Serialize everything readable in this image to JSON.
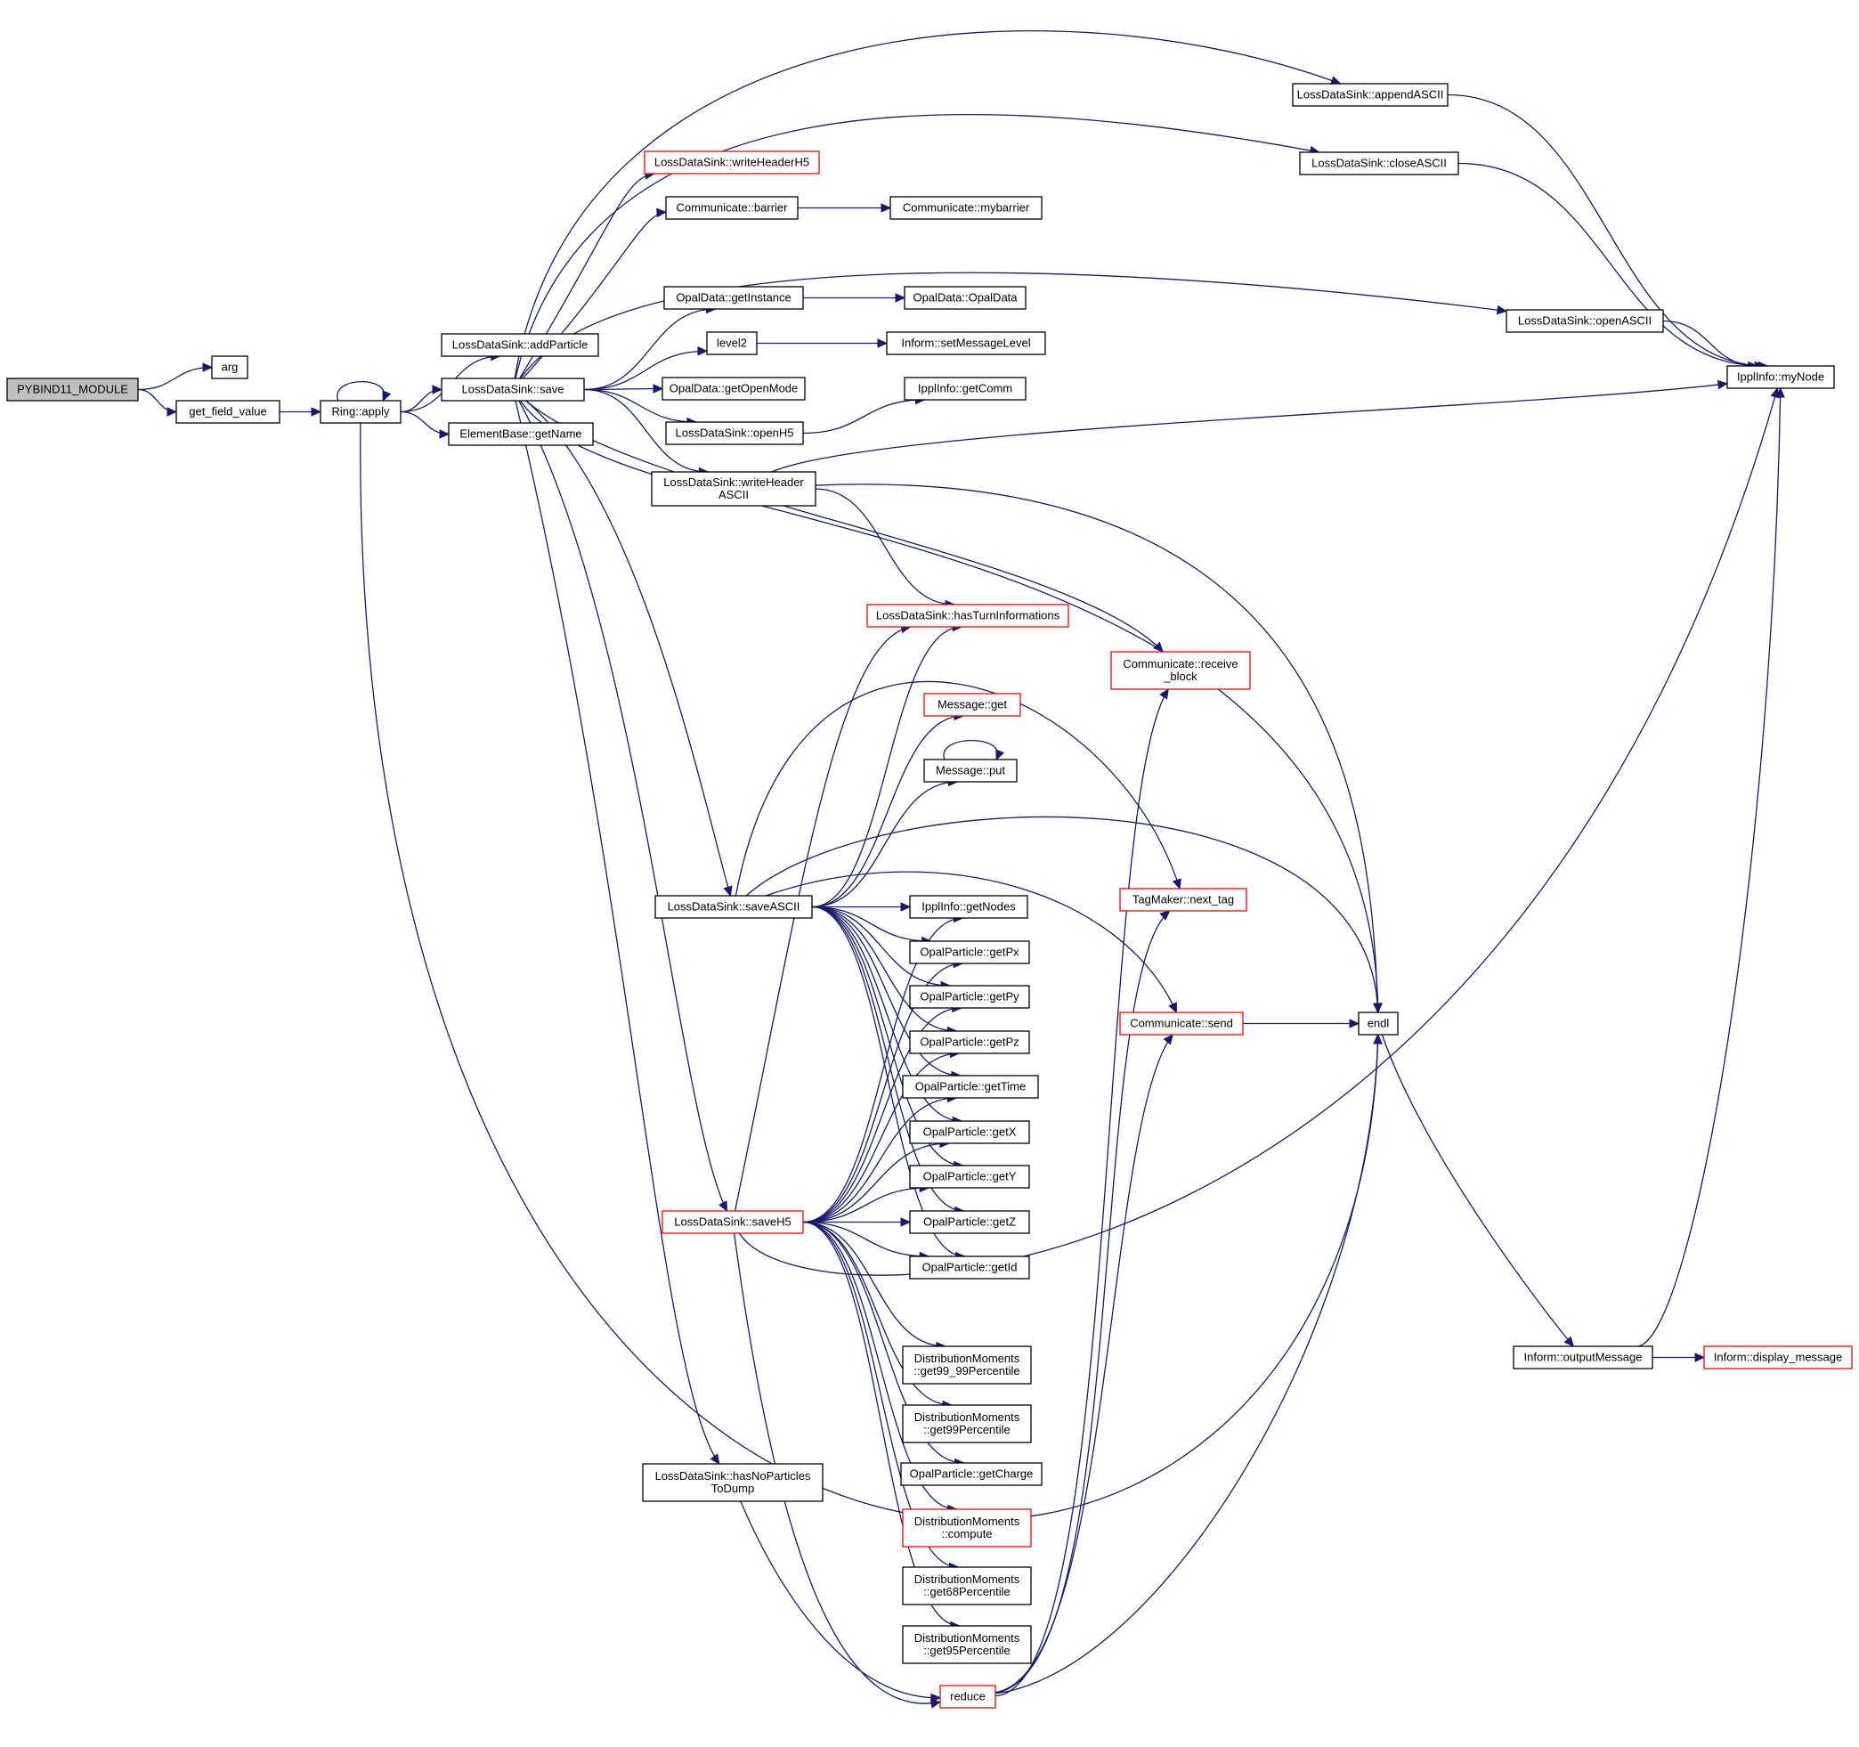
{
  "colors": {
    "edge": "#191970",
    "border_normal": "#000000",
    "border_truncated": "#ff0000",
    "fill_normal": "#ffffff",
    "fill_root": "#bfbfbf"
  },
  "nodes": [
    {
      "id": "pybind11_module",
      "lines": [
        "PYBIND11_MODULE"
      ],
      "style": "root"
    },
    {
      "id": "arg",
      "lines": [
        "arg"
      ],
      "style": "normal"
    },
    {
      "id": "get_field_value",
      "lines": [
        "get_field_value"
      ],
      "style": "normal"
    },
    {
      "id": "ring_apply",
      "lines": [
        "Ring::apply"
      ],
      "style": "normal"
    },
    {
      "id": "lds_addparticle",
      "lines": [
        "LossDataSink::addParticle"
      ],
      "style": "normal"
    },
    {
      "id": "lds_save",
      "lines": [
        "LossDataSink::save"
      ],
      "style": "normal"
    },
    {
      "id": "elementbase_getname",
      "lines": [
        "ElementBase::getName"
      ],
      "style": "normal"
    },
    {
      "id": "lds_writeheaderh5",
      "lines": [
        "LossDataSink::writeHeaderH5"
      ],
      "style": "truncated"
    },
    {
      "id": "communicate_barrier",
      "lines": [
        "Communicate::barrier"
      ],
      "style": "normal"
    },
    {
      "id": "communicate_mybarrier",
      "lines": [
        "Communicate::mybarrier"
      ],
      "style": "normal"
    },
    {
      "id": "opaldata_getinstance",
      "lines": [
        "OpalData::getInstance"
      ],
      "style": "normal"
    },
    {
      "id": "opaldata_opaldata",
      "lines": [
        "OpalData::OpalData"
      ],
      "style": "normal"
    },
    {
      "id": "level2",
      "lines": [
        "level2"
      ],
      "style": "normal"
    },
    {
      "id": "inform_setmessagelevel",
      "lines": [
        "Inform::setMessageLevel"
      ],
      "style": "normal"
    },
    {
      "id": "opaldata_getopenmode",
      "lines": [
        "OpalData::getOpenMode"
      ],
      "style": "normal"
    },
    {
      "id": "lds_openh5",
      "lines": [
        "LossDataSink::openH5"
      ],
      "style": "normal"
    },
    {
      "id": "ipplinfo_getcomm",
      "lines": [
        "IpplInfo::getComm"
      ],
      "style": "normal"
    },
    {
      "id": "lds_writeheaderascii",
      "lines": [
        "LossDataSink::writeHeader",
        "ASCII"
      ],
      "style": "normal"
    },
    {
      "id": "lds_appendascii",
      "lines": [
        "LossDataSink::appendASCII"
      ],
      "style": "normal"
    },
    {
      "id": "lds_closeascii",
      "lines": [
        "LossDataSink::closeASCII"
      ],
      "style": "normal"
    },
    {
      "id": "lds_openascii",
      "lines": [
        "LossDataSink::openASCII"
      ],
      "style": "normal"
    },
    {
      "id": "ipplinfo_mynode",
      "lines": [
        "IpplInfo::myNode"
      ],
      "style": "normal"
    },
    {
      "id": "lds_hasturninformations",
      "lines": [
        "LossDataSink::hasTurnInformations"
      ],
      "style": "truncated"
    },
    {
      "id": "communicate_receive_block",
      "lines": [
        "Communicate::receive",
        "_block"
      ],
      "style": "truncated"
    },
    {
      "id": "message_get",
      "lines": [
        "Message::get"
      ],
      "style": "truncated"
    },
    {
      "id": "message_put",
      "lines": [
        "Message::put"
      ],
      "style": "normal"
    },
    {
      "id": "lds_saveascii",
      "lines": [
        "LossDataSink::saveASCII"
      ],
      "style": "normal"
    },
    {
      "id": "ipplinfo_getnodes",
      "lines": [
        "IpplInfo::getNodes"
      ],
      "style": "normal"
    },
    {
      "id": "tagmaker_next_tag",
      "lines": [
        "TagMaker::next_tag"
      ],
      "style": "truncated"
    },
    {
      "id": "opalparticle_getpx",
      "lines": [
        "OpalParticle::getPx"
      ],
      "style": "normal"
    },
    {
      "id": "opalparticle_getpy",
      "lines": [
        "OpalParticle::getPy"
      ],
      "style": "normal"
    },
    {
      "id": "communicate_send",
      "lines": [
        "Communicate::send"
      ],
      "style": "truncated"
    },
    {
      "id": "endl",
      "lines": [
        "endl"
      ],
      "style": "normal"
    },
    {
      "id": "opalparticle_getpz",
      "lines": [
        "OpalParticle::getPz"
      ],
      "style": "normal"
    },
    {
      "id": "opalparticle_gettime",
      "lines": [
        "OpalParticle::getTime"
      ],
      "style": "normal"
    },
    {
      "id": "opalparticle_getx",
      "lines": [
        "OpalParticle::getX"
      ],
      "style": "normal"
    },
    {
      "id": "opalparticle_gety",
      "lines": [
        "OpalParticle::getY"
      ],
      "style": "normal"
    },
    {
      "id": "lds_saveh5",
      "lines": [
        "LossDataSink::saveH5"
      ],
      "style": "truncated"
    },
    {
      "id": "opalparticle_getz",
      "lines": [
        "OpalParticle::getZ"
      ],
      "style": "normal"
    },
    {
      "id": "opalparticle_getid",
      "lines": [
        "OpalParticle::getId"
      ],
      "style": "normal"
    },
    {
      "id": "dm_get99_99percentile",
      "lines": [
        "DistributionMoments",
        "::get99_99Percentile"
      ],
      "style": "normal"
    },
    {
      "id": "inform_outputmessage",
      "lines": [
        "Inform::outputMessage"
      ],
      "style": "normal"
    },
    {
      "id": "inform_display_message",
      "lines": [
        "Inform::display_message"
      ],
      "style": "truncated"
    },
    {
      "id": "dm_get99percentile",
      "lines": [
        "DistributionMoments",
        "::get99Percentile"
      ],
      "style": "normal"
    },
    {
      "id": "opalparticle_getcharge",
      "lines": [
        "OpalParticle::getCharge"
      ],
      "style": "normal"
    },
    {
      "id": "lds_hasnoparticlestodump",
      "lines": [
        "LossDataSink::hasNoParticles",
        "ToDump"
      ],
      "style": "normal"
    },
    {
      "id": "dm_compute",
      "lines": [
        "DistributionMoments",
        "::compute"
      ],
      "style": "truncated"
    },
    {
      "id": "dm_get68percentile",
      "lines": [
        "DistributionMoments",
        "::get68Percentile"
      ],
      "style": "normal"
    },
    {
      "id": "dm_get95percentile",
      "lines": [
        "DistributionMoments",
        "::get95Percentile"
      ],
      "style": "normal"
    },
    {
      "id": "reduce",
      "lines": [
        "reduce"
      ],
      "style": "truncated"
    }
  ],
  "edges": [
    [
      "pybind11_module",
      "arg"
    ],
    [
      "pybind11_module",
      "get_field_value"
    ],
    [
      "get_field_value",
      "ring_apply"
    ],
    [
      "ring_apply",
      "ring_apply"
    ],
    [
      "ring_apply",
      "lds_addparticle"
    ],
    [
      "ring_apply",
      "lds_save"
    ],
    [
      "ring_apply",
      "elementbase_getname"
    ],
    [
      "ring_apply",
      "endl"
    ],
    [
      "lds_save",
      "lds_appendascii"
    ],
    [
      "lds_save",
      "lds_closeascii"
    ],
    [
      "lds_save",
      "lds_writeheaderh5"
    ],
    [
      "lds_save",
      "communicate_barrier"
    ],
    [
      "lds_save",
      "lds_openascii"
    ],
    [
      "lds_save",
      "opaldata_getinstance"
    ],
    [
      "lds_save",
      "level2"
    ],
    [
      "lds_save",
      "opaldata_getopenmode"
    ],
    [
      "lds_save",
      "lds_openh5"
    ],
    [
      "lds_save",
      "lds_writeheaderascii"
    ],
    [
      "lds_save",
      "endl"
    ],
    [
      "lds_save",
      "communicate_receive_block"
    ],
    [
      "lds_save",
      "lds_saveascii"
    ],
    [
      "lds_save",
      "lds_saveh5"
    ],
    [
      "lds_save",
      "lds_hasnoparticlestodump"
    ],
    [
      "communicate_barrier",
      "communicate_mybarrier"
    ],
    [
      "opaldata_getinstance",
      "opaldata_opaldata"
    ],
    [
      "level2",
      "inform_setmessagelevel"
    ],
    [
      "lds_openh5",
      "ipplinfo_getcomm"
    ],
    [
      "lds_writeheaderascii",
      "ipplinfo_mynode"
    ],
    [
      "lds_writeheaderascii",
      "endl"
    ],
    [
      "lds_writeheaderascii",
      "lds_hasturninformations"
    ],
    [
      "lds_appendascii",
      "ipplinfo_mynode"
    ],
    [
      "lds_closeascii",
      "ipplinfo_mynode"
    ],
    [
      "lds_openascii",
      "ipplinfo_mynode"
    ],
    [
      "lds_saveascii",
      "lds_hasturninformations"
    ],
    [
      "lds_saveascii",
      "message_get"
    ],
    [
      "lds_saveascii",
      "message_put"
    ],
    [
      "lds_saveascii",
      "tagmaker_next_tag"
    ],
    [
      "lds_saveascii",
      "endl"
    ],
    [
      "lds_saveascii",
      "communicate_send"
    ],
    [
      "lds_saveascii",
      "ipplinfo_getnodes"
    ],
    [
      "lds_saveascii",
      "opalparticle_getpx"
    ],
    [
      "lds_saveascii",
      "opalparticle_getpy"
    ],
    [
      "lds_saveascii",
      "opalparticle_getpz"
    ],
    [
      "lds_saveascii",
      "opalparticle_gettime"
    ],
    [
      "lds_saveascii",
      "opalparticle_getx"
    ],
    [
      "lds_saveascii",
      "opalparticle_gety"
    ],
    [
      "lds_saveascii",
      "opalparticle_getz"
    ],
    [
      "lds_saveascii",
      "opalparticle_getid"
    ],
    [
      "message_put",
      "message_put"
    ],
    [
      "communicate_send",
      "endl"
    ],
    [
      "endl",
      "inform_outputmessage"
    ],
    [
      "inform_outputmessage",
      "ipplinfo_mynode"
    ],
    [
      "inform_outputmessage",
      "inform_display_message"
    ],
    [
      "lds_saveh5",
      "lds_hasturninformations"
    ],
    [
      "lds_saveh5",
      "ipplinfo_getnodes"
    ],
    [
      "lds_saveh5",
      "opalparticle_getpx"
    ],
    [
      "lds_saveh5",
      "opalparticle_getpy"
    ],
    [
      "lds_saveh5",
      "opalparticle_getpz"
    ],
    [
      "lds_saveh5",
      "opalparticle_gettime"
    ],
    [
      "lds_saveh5",
      "opalparticle_getx"
    ],
    [
      "lds_saveh5",
      "opalparticle_gety"
    ],
    [
      "lds_saveh5",
      "opalparticle_getz"
    ],
    [
      "lds_saveh5",
      "opalparticle_getid"
    ],
    [
      "lds_saveh5",
      "ipplinfo_mynode"
    ],
    [
      "lds_saveh5",
      "dm_get99_99percentile"
    ],
    [
      "lds_saveh5",
      "dm_get99percentile"
    ],
    [
      "lds_saveh5",
      "opalparticle_getcharge"
    ],
    [
      "lds_saveh5",
      "dm_compute"
    ],
    [
      "lds_saveh5",
      "dm_get68percentile"
    ],
    [
      "lds_saveh5",
      "dm_get95percentile"
    ],
    [
      "lds_saveh5",
      "reduce"
    ],
    [
      "lds_hasnoparticlestodump",
      "reduce"
    ],
    [
      "reduce",
      "communicate_receive_block"
    ],
    [
      "reduce",
      "tagmaker_next_tag"
    ],
    [
      "reduce",
      "communicate_send"
    ],
    [
      "reduce",
      "endl"
    ]
  ]
}
